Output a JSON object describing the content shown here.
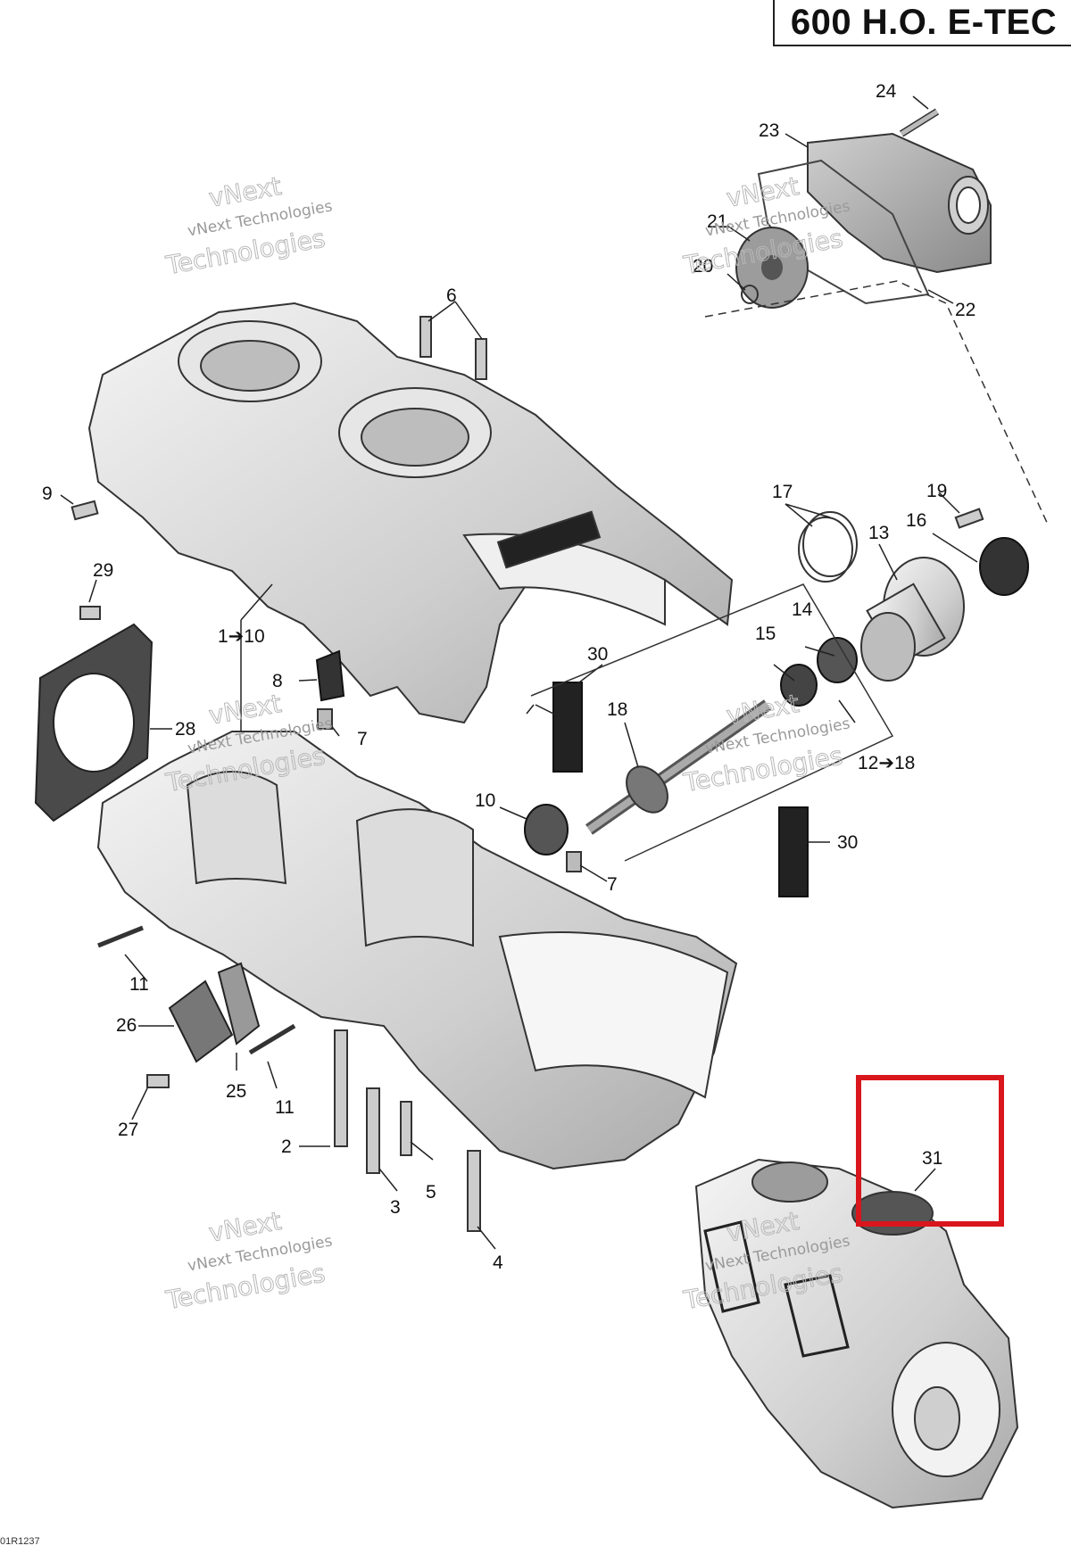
{
  "title": "600 H.O. E-TEC",
  "reference": "01R1237",
  "highlight_color": "#d9161c",
  "watermark": {
    "line1": "vNext Technologies",
    "line2": "Technologies",
    "line3": "vNext"
  },
  "callouts": {
    "c1_10": "1➔10",
    "c2": "2",
    "c3": "3",
    "c4": "4",
    "c5": "5",
    "c6": "6",
    "c7a": "7",
    "c7b": "7",
    "c8": "8",
    "c9": "9",
    "c10": "10",
    "c11a": "11",
    "c11b": "11",
    "c12_18": "12➔18",
    "c13": "13",
    "c14": "14",
    "c15": "15",
    "c16": "16",
    "c17": "17",
    "c18": "18",
    "c19": "19",
    "c20": "20",
    "c21": "21",
    "c22": "22",
    "c23": "23",
    "c24": "24",
    "c25": "25",
    "c26": "26",
    "c27": "27",
    "c28": "28",
    "c29": "29",
    "c30a": "30",
    "c30b": "30",
    "c31": "31"
  }
}
